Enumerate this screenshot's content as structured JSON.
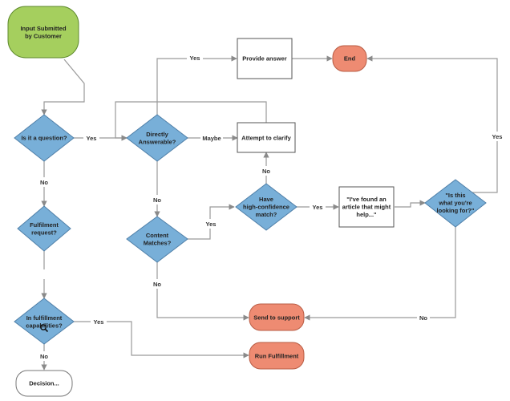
{
  "colors": {
    "start": "#a5cf5e",
    "decision": "#78afd8",
    "terminal": "#ee8b72",
    "process": "#ffffff",
    "line": "#9a9a9a"
  },
  "nodes": {
    "input_submitted": {
      "label": [
        "Input Submitted",
        "by Customer"
      ]
    },
    "is_question": {
      "label": [
        "Is it a question?"
      ]
    },
    "directly_answerable": {
      "label": [
        "Directly",
        "Answerable?"
      ]
    },
    "provide_answer": {
      "label": [
        "Provide answer"
      ]
    },
    "end": {
      "label": [
        "End"
      ]
    },
    "attempt_clarify": {
      "label": [
        "Attempt to clarify"
      ]
    },
    "fulfillment_request": {
      "label": [
        "Fulfilment",
        "request?"
      ]
    },
    "content_matches": {
      "label": [
        "Content",
        "Matches?"
      ]
    },
    "high_confidence": {
      "label": [
        "Have",
        "high-confidence",
        "match?"
      ]
    },
    "found_article": {
      "label": [
        "\"I've found an",
        "article that might",
        "help...\""
      ]
    },
    "looking_for": {
      "label": [
        "\"Is this",
        "what you're",
        "looking for?\""
      ]
    },
    "in_fulfillment": {
      "label": [
        "In fulfillment",
        "capabilities?"
      ]
    },
    "send_support": {
      "label": [
        "Send to support"
      ]
    },
    "run_fulfillment": {
      "label": [
        "Run Fulfillment"
      ]
    },
    "decision": {
      "label": [
        "Decision..."
      ]
    }
  },
  "edge_labels": {
    "yes_provide": "Yes",
    "yes_question": "Yes",
    "maybe": "Maybe",
    "no_question": "No",
    "no_clarify": "No",
    "no_direct": "No",
    "yes_content": "Yes",
    "yes_confidence": "Yes",
    "yes_looking": "Yes",
    "yes_fulfillment": "Yes",
    "no_content": "No",
    "no_looking": "No",
    "yes_capabilities": "Yes",
    "no_capabilities": "No"
  }
}
